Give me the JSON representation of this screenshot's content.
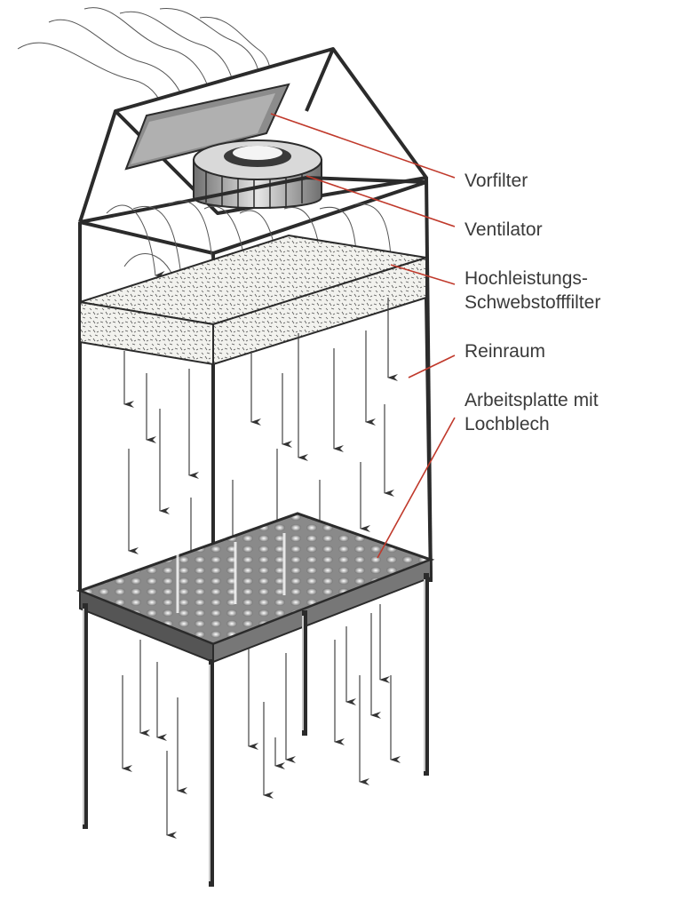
{
  "diagram": {
    "labels": {
      "vorfilter": "Vorfilter",
      "ventilator": "Ventilator",
      "hepa_line1": "Hochleistungs-",
      "hepa_line2": "Schwebstofffilter",
      "reinraum": "Reinraum",
      "work_line1": "Arbeitsplatte mit",
      "work_line2": "Lochblech"
    },
    "colors": {
      "outline": "#2b2b2b",
      "leader": "#c0392b",
      "text": "#3a3a3a",
      "filter_fill": "#f1f1ec",
      "fan_fill": "#cfcfcf"
    }
  }
}
